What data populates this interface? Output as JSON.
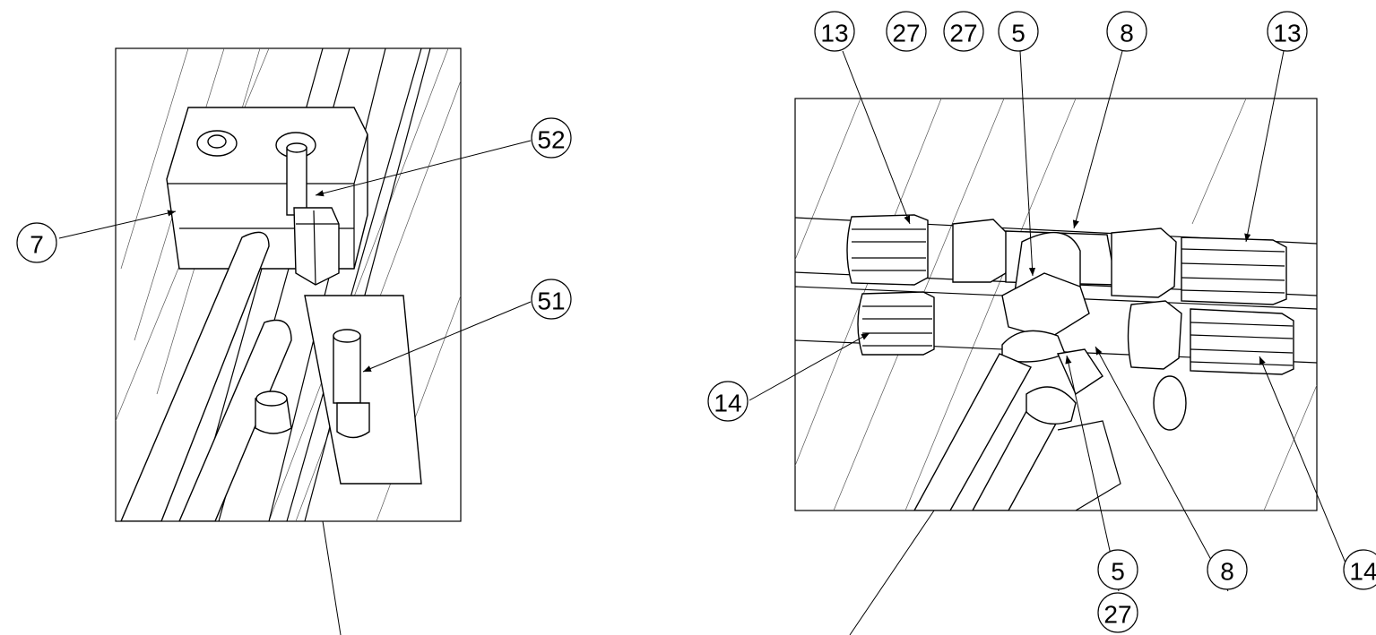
{
  "balloons": {
    "b7": "7",
    "b52": "52",
    "b51": "51",
    "b13a": "13",
    "b27a": "27",
    "b27b": "27",
    "b5a": "5",
    "b8a": "8",
    "b13b": "13",
    "b14a": "14",
    "b5b": "5",
    "b27c": "27",
    "b8b": "8",
    "b14b": "14"
  }
}
